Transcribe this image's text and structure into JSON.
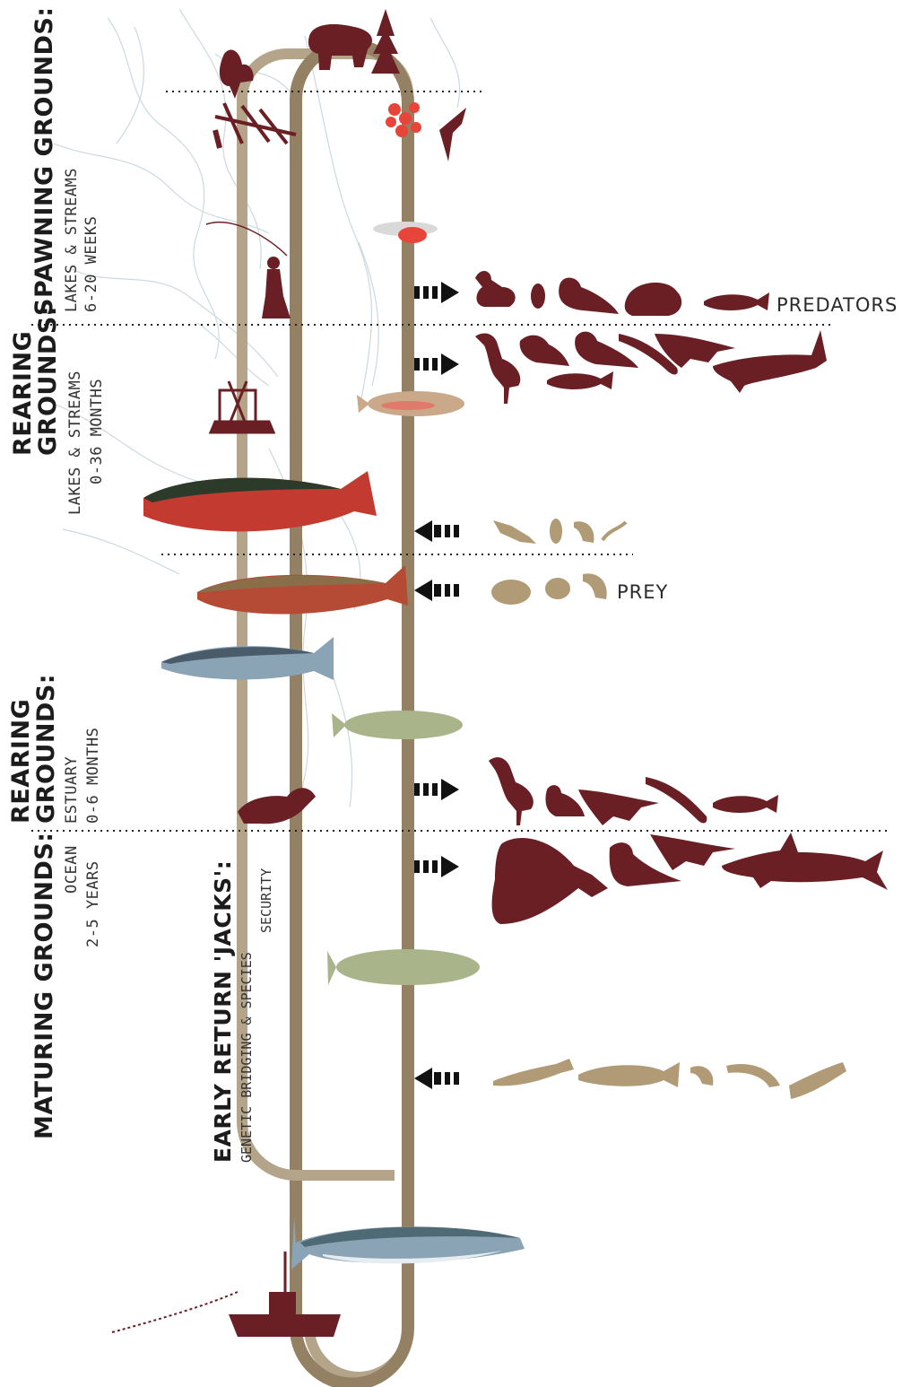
{
  "colors": {
    "loop": "#948062",
    "loop_inner": "#b3a48a",
    "predator": "#6a1f24",
    "prey": "#b09b76",
    "arrow": "#111111",
    "map_line": "#bccbd6",
    "salmon_red": "#c23a30",
    "salmon_silver": "#8aa3b5"
  },
  "zones": {
    "spawning": {
      "title": "SPAWNING GROUNDS:",
      "habitat": "LAKES & STREAMS",
      "duration": "6-20 WEEKS"
    },
    "rearing_fresh": {
      "title_line1": "REARING",
      "title_line2": "GROUNDS:",
      "habitat": "LAKES & STREAMS",
      "duration": "0-36 MONTHS"
    },
    "rearing_estuary": {
      "title_line1": "REARING",
      "title_line2": "GROUNDS:",
      "habitat": "ESTUARY",
      "duration": "0-6 MONTHS"
    },
    "maturing": {
      "title": "MATURING GROUNDS:",
      "habitat": "OCEAN",
      "duration": "2-5 YEARS"
    },
    "jacks": {
      "title": "EARLY RETURN 'JACKS':",
      "line1": "GENETIC BRIDGING & SPECIES",
      "line2": "SECURITY"
    }
  },
  "labels": {
    "predators": "PREDATORS",
    "prey": "PREY"
  },
  "icons": {
    "arrow_right": "arrow-right-icon",
    "arrow_left": "arrow-left-icon",
    "fish": "salmon-icon",
    "bear": "bear-icon",
    "eagle": "eagle-icon",
    "heron": "heron-icon",
    "orca": "orca-icon",
    "shark": "shark-icon",
    "seal": "seal-icon",
    "boat": "fishing-boat-icon",
    "fisherman": "fisherman-icon",
    "tree": "tree-icon",
    "eggs": "salmon-eggs-icon"
  }
}
